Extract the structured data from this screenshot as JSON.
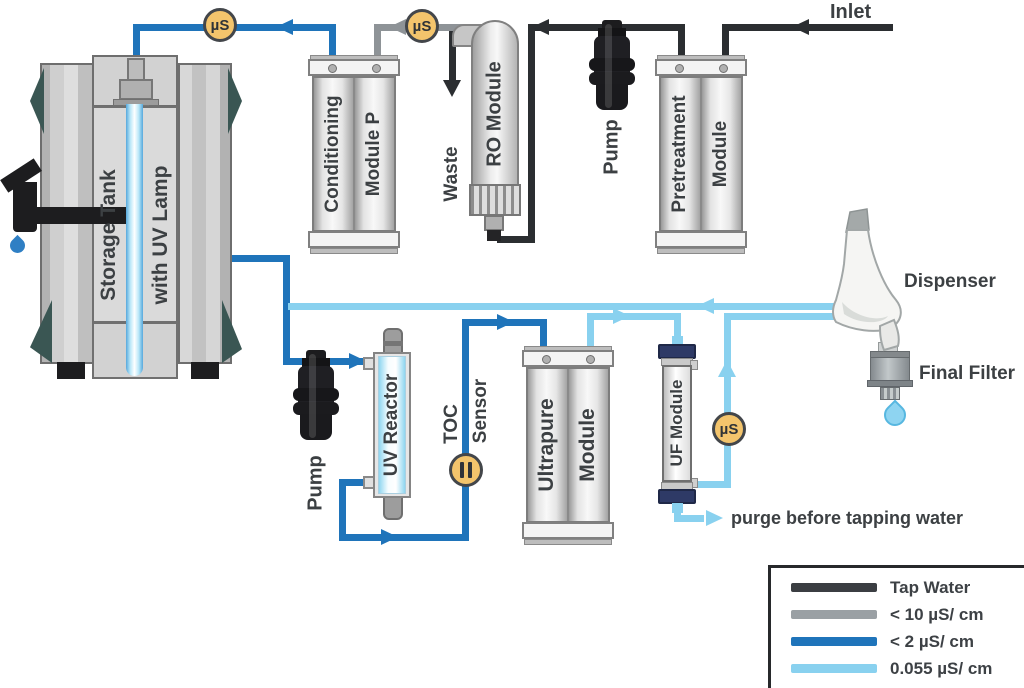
{
  "palette": {
    "tap_water_pipe": "#2b2e31",
    "lt10us_pipe": "#8e9397",
    "lt2us_pipe": "#1f74ba",
    "ultrapure_pipe": "#89d1ef",
    "sensor_fill": "#f3c46c",
    "uf_cap": "#2e3a66",
    "label_text": "#3c4043"
  },
  "sensors": {
    "conductivity": "µS",
    "toc_line1": "TOC",
    "toc_line2": "Sensor"
  },
  "labels": {
    "inlet": "Inlet",
    "waste": "Waste",
    "pump": "Pump",
    "dispenser": "Dispenser",
    "final_filter": "Final Filter",
    "purge": "purge before tapping water"
  },
  "modules": {
    "storage_tank": {
      "line1": "Storage Tank",
      "line2": "with UV Lamp"
    },
    "conditioning": {
      "line1": "Conditioning",
      "line2": "Module P"
    },
    "pretreatment": {
      "line1": "Pretreatment",
      "line2": "Module"
    },
    "ro": {
      "label": "RO Module"
    },
    "uv_reactor": {
      "label": "UV Reactor"
    },
    "ultrapure": {
      "line1": "Ultrapure",
      "line2": "Module"
    },
    "uf": {
      "label": "UF Module"
    }
  },
  "legend": {
    "items": [
      {
        "label": "Tap Water",
        "color": "#3b3e42"
      },
      {
        "label": "< 10 µS/ cm",
        "color": "#9aa0a4"
      },
      {
        "label": "< 2 µS/ cm",
        "color": "#1f74ba"
      },
      {
        "label": "0.055 µS/ cm",
        "color": "#89d1ef"
      }
    ]
  }
}
